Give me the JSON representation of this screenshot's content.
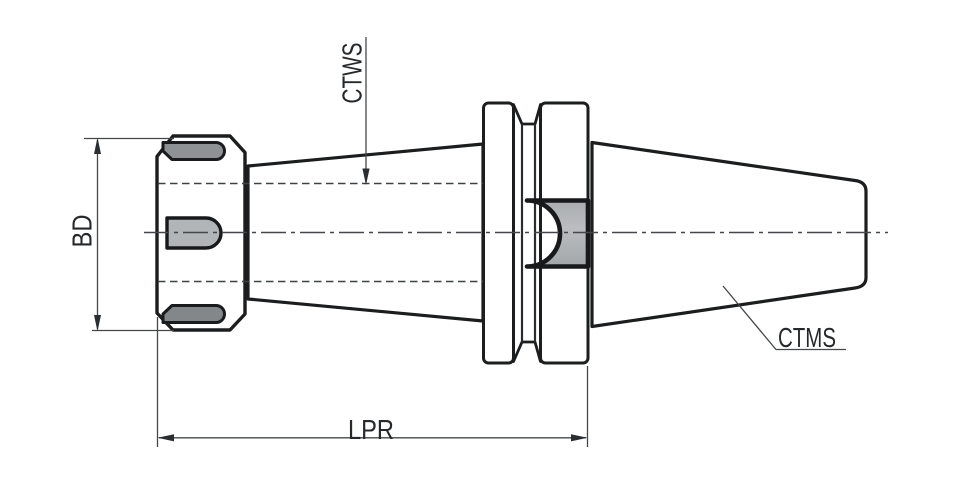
{
  "drawing": {
    "labels": {
      "ctws": "CTWS",
      "bd": "BD",
      "lpr": "LPR",
      "ctms": "CTMS"
    },
    "colors": {
      "background": "#ffffff",
      "outline": "#1b1d1e",
      "dimension_lines": "#44484a",
      "label_text": "#26292b",
      "body_highlight": "#fbfbfb",
      "body_shadow": "#a4a8aa",
      "nut_dark": "#45494c",
      "nut_light": "#c9ccce",
      "drive_slot_fill": "#b5b8ba",
      "hidden_line": "#3e4245",
      "center_line": "#43474a"
    }
  }
}
